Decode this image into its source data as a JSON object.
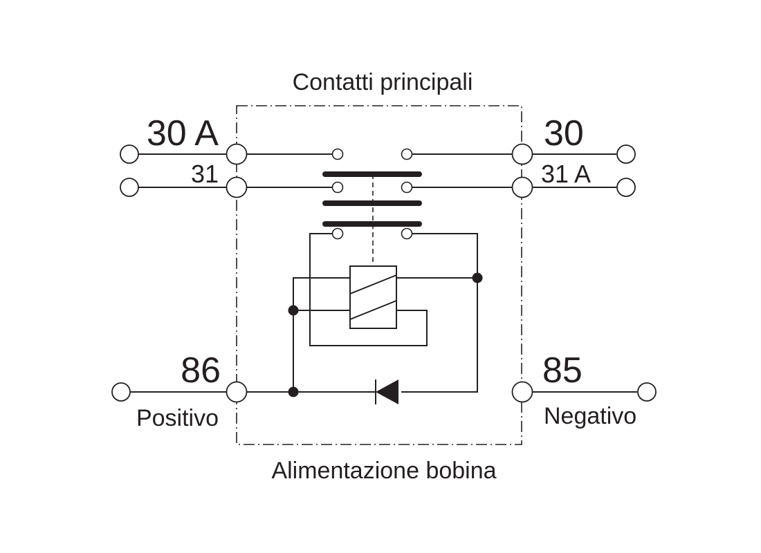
{
  "captions": {
    "top": "Contatti principali",
    "bottom": "Alimentazione bobina"
  },
  "terminals": {
    "t30a": "30 A",
    "t31": "31",
    "t30": "30",
    "t31a": "31 A",
    "t86": "86",
    "t85": "85"
  },
  "polarity": {
    "positive": "Positivo",
    "negative": "Negativo"
  },
  "colors": {
    "ink": "#231f20",
    "background": "#ffffff"
  }
}
